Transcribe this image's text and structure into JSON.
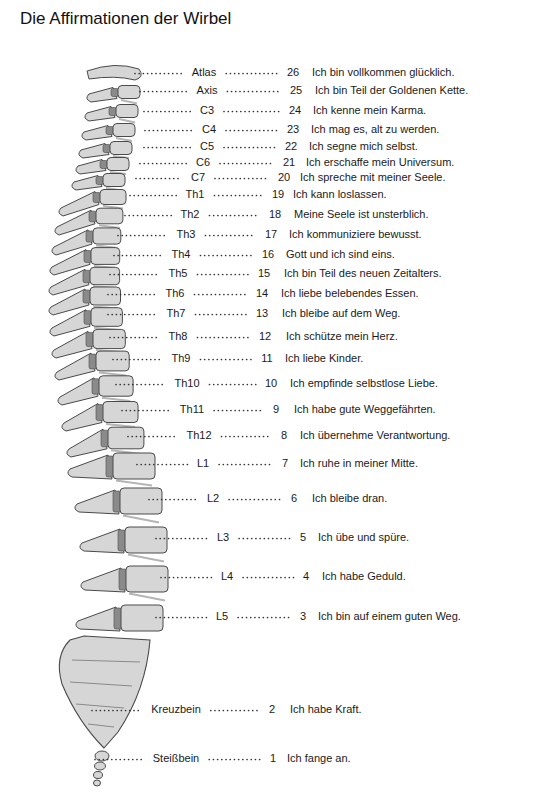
{
  "diagram": {
    "title": "Die Affirmationen der Wirbel",
    "labels": [
      "Atlas",
      "26",
      "Ich bin vollkommen glücklich.",
      "Axis",
      "25",
      "Ich bin Teil der Goldenen Kette.",
      "C3",
      "24",
      "Ich kenne mein Karma.",
      "C4",
      "23",
      "Ich mag es, alt zu werden.",
      "C5",
      "22",
      "Ich segne mich selbst.",
      "C6",
      "21",
      "Ich erschaffe mein Universum.",
      "C7",
      "20",
      "Ich spreche mit meiner Seele.",
      "Th1",
      "19",
      "Ich kann loslassen.",
      "Th2",
      "18",
      "Meine Seele ist unsterblich.",
      "Th3",
      "17",
      "Ich kommuniziere bewusst.",
      "Th4",
      "16",
      "Gott und ich sind eins.",
      "Th5",
      "15",
      "Ich bin Teil des neuen Zeitalters.",
      "Th6",
      "14",
      "Ich liebe belebendes Essen.",
      "Th7",
      "13",
      "Ich bleibe auf dem Weg.",
      "Th8",
      "12",
      "Ich schütze mein Herz.",
      "Th9",
      "11",
      "Ich liebe Kinder.",
      "Th10",
      "10",
      "Ich empfinde selbstlose Liebe.",
      "Th11",
      "9",
      "Ich habe gute Weggefährten.",
      "Th12",
      "8",
      "Ich übernehme Verantwortung.",
      "L1",
      "7",
      "Ich ruhe in meiner Mitte.",
      "L2",
      "6",
      "Ich bleibe dran.",
      "L3",
      "5",
      "Ich übe und spüre.",
      "L4",
      "4",
      "Ich habe Geduld.",
      "L5",
      "3",
      "Ich bin auf einem guten Weg.",
      "Kreuzbein",
      "2",
      "Ich habe Kraft.",
      "Steißbein",
      "1",
      "Ich fange an."
    ]
  }
}
